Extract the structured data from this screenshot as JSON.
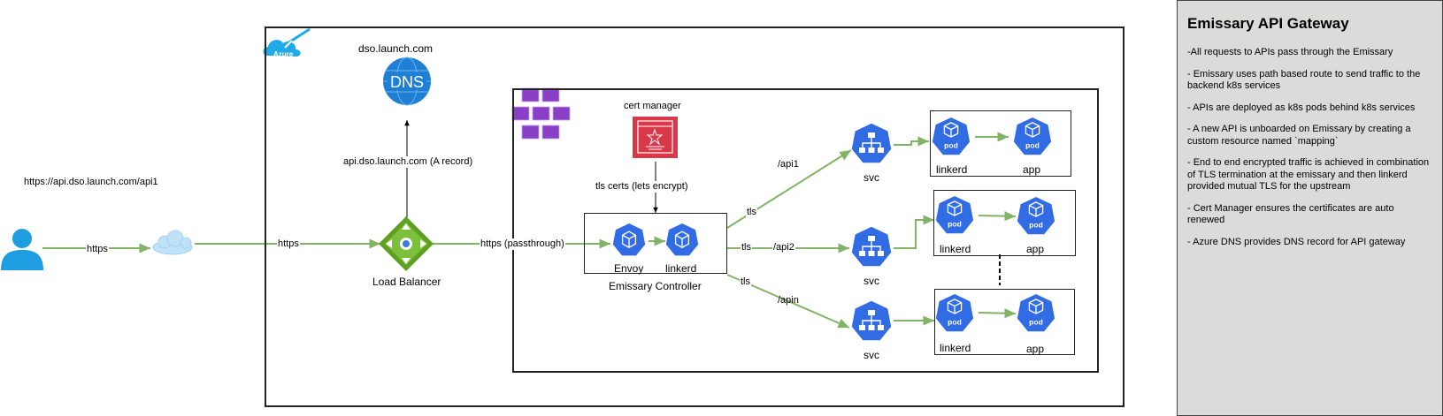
{
  "url_label": "https://api.dso.launch.com/api1",
  "edges": {
    "user_to_cloud": "https",
    "cloud_to_lb": "https",
    "lb_to_dns": "api.dso.launch.com (A record)",
    "lb_to_controller": "https (passthrough)",
    "cert_to_controller": "tls certs (lets encrypt)",
    "tls1": "tls",
    "path1": "/api1",
    "tls2": "tls",
    "path2": "/api2",
    "tls3": "tls",
    "path3": "/apin"
  },
  "nodes": {
    "azure_badge": "Azure",
    "dns_host": "dso.launch.com",
    "dns_icon_text": "DNS",
    "load_balancer": "Load Balancer",
    "cert_manager": "cert manager",
    "envoy": "Envoy",
    "linkerd_controller": "linkerd",
    "controller": "Emissary Controller",
    "svc1": "svc",
    "svc2": "svc",
    "svc3": "svc",
    "pod_icon_text": "pod"
  },
  "pod_groups": [
    {
      "left": "linkerd",
      "right": "app"
    },
    {
      "left": "linkerd",
      "right": "app"
    },
    {
      "left": "linkerd",
      "right": "app"
    }
  ],
  "panel": {
    "title": "Emissary API Gateway",
    "items": [
      "-All requests to  APIs pass through the Emissary",
      "- Emissary uses path based route to send traffic to the backend k8s services",
      "- APIs are deployed as k8s pods behind k8s services",
      "- A new API is unboarded on Emissary by creating a custom resource named  `mapping`",
      "- End to end encrypted traffic is achieved in combination of TLS termination at the emissary and then linkerd provided mutual TLS for the upstream",
      "- Cert Manager ensures the certificates are auto renewed",
      "- Azure DNS provides DNS record for API gateway"
    ]
  },
  "colors": {
    "arrow_green": "#82b366",
    "k8s_blue": "#326ce5",
    "azure_blue": "#1e88d8",
    "lb_green": "#5fa022",
    "cert_red": "#d93848",
    "aks_purple": "#8a3fc7",
    "panel_bg": "#dddada"
  }
}
